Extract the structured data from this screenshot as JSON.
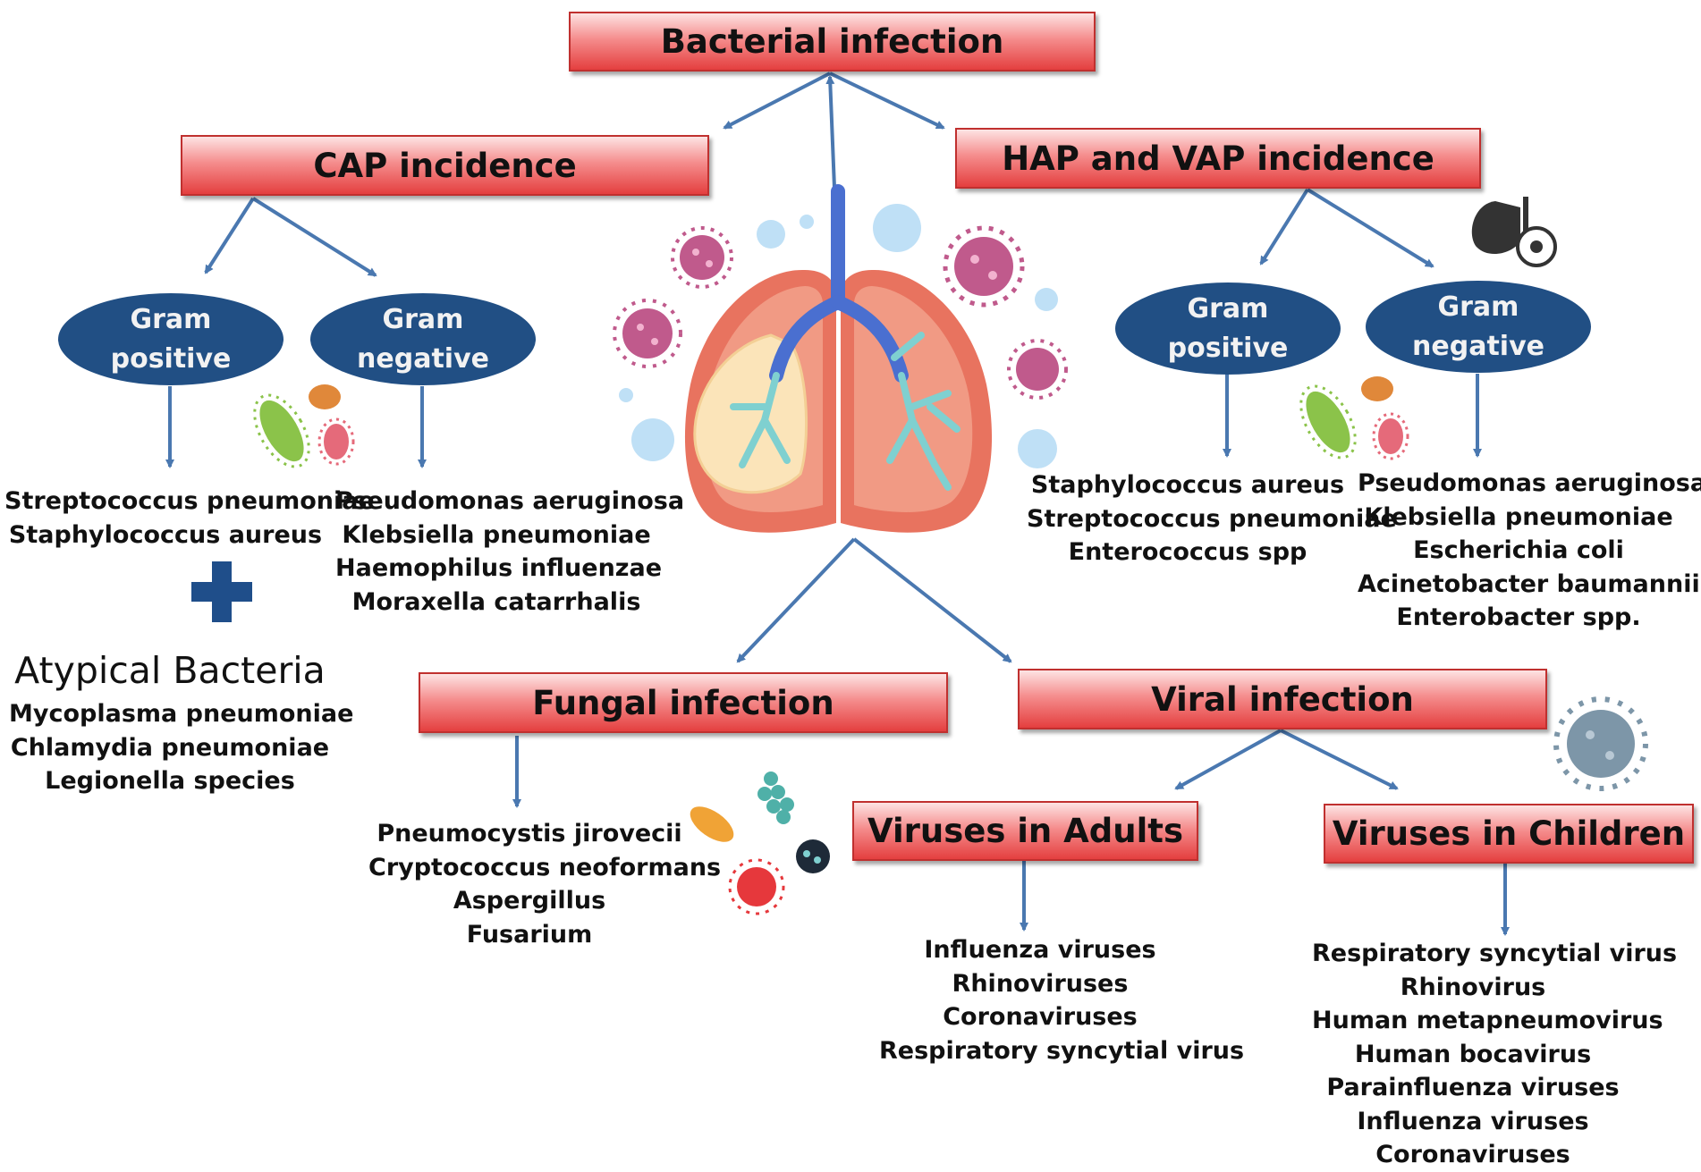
{
  "bacterial_infection": {
    "label": "Bacterial infection"
  },
  "cap": {
    "label": "CAP incidence",
    "gram_positive": {
      "line1": "Gram",
      "line2": "positive",
      "organisms": [
        "Streptococcus pneumoniae",
        "Staphylococcus aureus"
      ]
    },
    "gram_negative": {
      "line1": "Gram",
      "line2": "negative",
      "organisms": [
        "Pseudomonas aeruginosa",
        "Klebsiella pneumoniae",
        "Haemophilus influenzae",
        "Moraxella catarrhalis"
      ]
    },
    "atypical": {
      "title": "Atypical Bacteria",
      "organisms": [
        "Mycoplasma pneumoniae",
        "Chlamydia pneumoniae",
        "Legionella species"
      ]
    }
  },
  "hap_vap": {
    "label": "HAP and VAP incidence",
    "gram_positive": {
      "line1": "Gram",
      "line2": "positive",
      "organisms": [
        "Staphylococcus aureus",
        "Streptococcus pneumoniae",
        "Enterococcus spp"
      ]
    },
    "gram_negative": {
      "line1": "Gram",
      "line2": "negative",
      "organisms": [
        "Pseudomonas aeruginosa",
        "Klebsiella pneumoniae",
        "Escherichia coli",
        "Acinetobacter baumannii",
        "Enterobacter spp."
      ]
    }
  },
  "fungal": {
    "label": "Fungal infection",
    "organisms": [
      "Pneumocystis jirovecii",
      "Cryptococcus neoformans",
      "Aspergillus",
      "Fusarium"
    ]
  },
  "viral": {
    "label": "Viral infection",
    "adults": {
      "label": "Viruses in Adults",
      "organisms": [
        "Influenza viruses",
        "Rhinoviruses",
        "Coronaviruses",
        "Respiratory syncytial virus"
      ]
    },
    "children": {
      "label": "Viruses in Children",
      "organisms": [
        "Respiratory syncytial virus",
        "Rhinovirus",
        "Human metapneumovirus",
        "Human bocavirus",
        "Parainfluenza viruses",
        "Influenza viruses",
        "Coronaviruses"
      ]
    }
  },
  "colors": {
    "box_red": "#e64545",
    "oval_blue": "#214f84",
    "arrow_blue": "#4a78b0",
    "lung_red": "#e8735f",
    "bronchi_blue": "#4a6fd0"
  },
  "icons": [
    "lungs-illustration",
    "virus-icon",
    "bacteria-icon",
    "fungus-icon",
    "lung-settings-icon",
    "coronavirus-icon",
    "plus-icon"
  ]
}
